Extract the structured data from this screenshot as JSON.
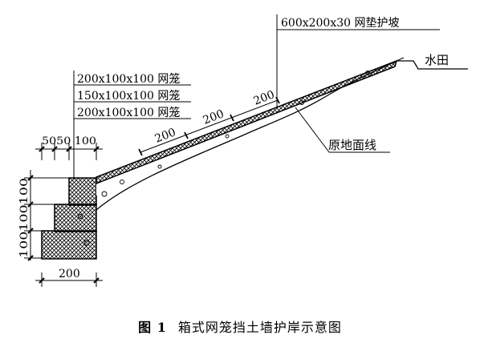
{
  "labels": {
    "top_spec": "600x200x30 网垫护坡",
    "paddy": "水田",
    "cage1": "200x100x100 网笼",
    "cage2": "150x100x100 网笼",
    "cage3": "200x100x100 网笼",
    "ground": "原地面线",
    "dim_top": "5050 100",
    "dim_left": "100100100",
    "dim_bottom": "200",
    "slope_dim_1": "200",
    "slope_dim_2": "200",
    "slope_dim_3": "200"
  },
  "caption": {
    "number": "图 1",
    "title": "箱式网笼挡土墙护岸示意图"
  }
}
